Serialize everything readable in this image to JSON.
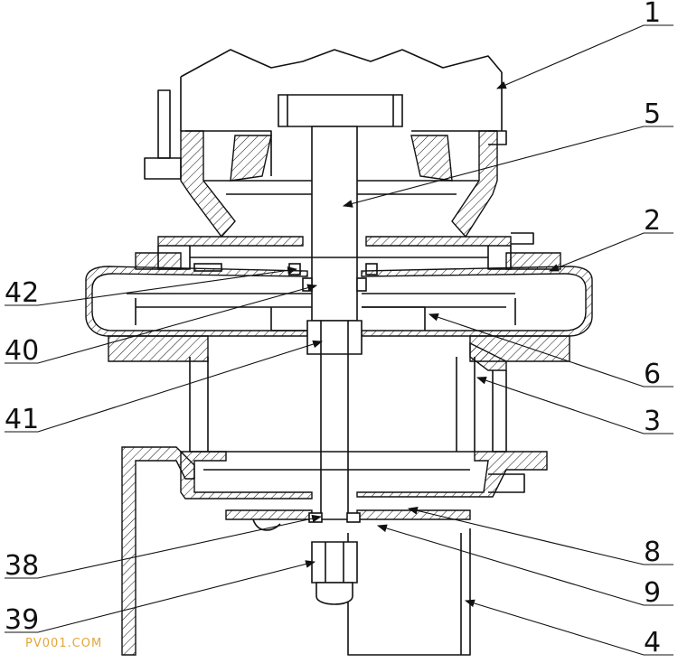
{
  "labels": [
    {
      "id": "1",
      "text": "1"
    },
    {
      "id": "5",
      "text": "5"
    },
    {
      "id": "2",
      "text": "2"
    },
    {
      "id": "42",
      "text": "42"
    },
    {
      "id": "40",
      "text": "40"
    },
    {
      "id": "6",
      "text": "6"
    },
    {
      "id": "41",
      "text": "41"
    },
    {
      "id": "3",
      "text": "3"
    },
    {
      "id": "38",
      "text": "38"
    },
    {
      "id": "8",
      "text": "8"
    },
    {
      "id": "9",
      "text": "9"
    },
    {
      "id": "39",
      "text": "39"
    },
    {
      "id": "4",
      "text": "4"
    }
  ],
  "watermark": "PV001.COM"
}
